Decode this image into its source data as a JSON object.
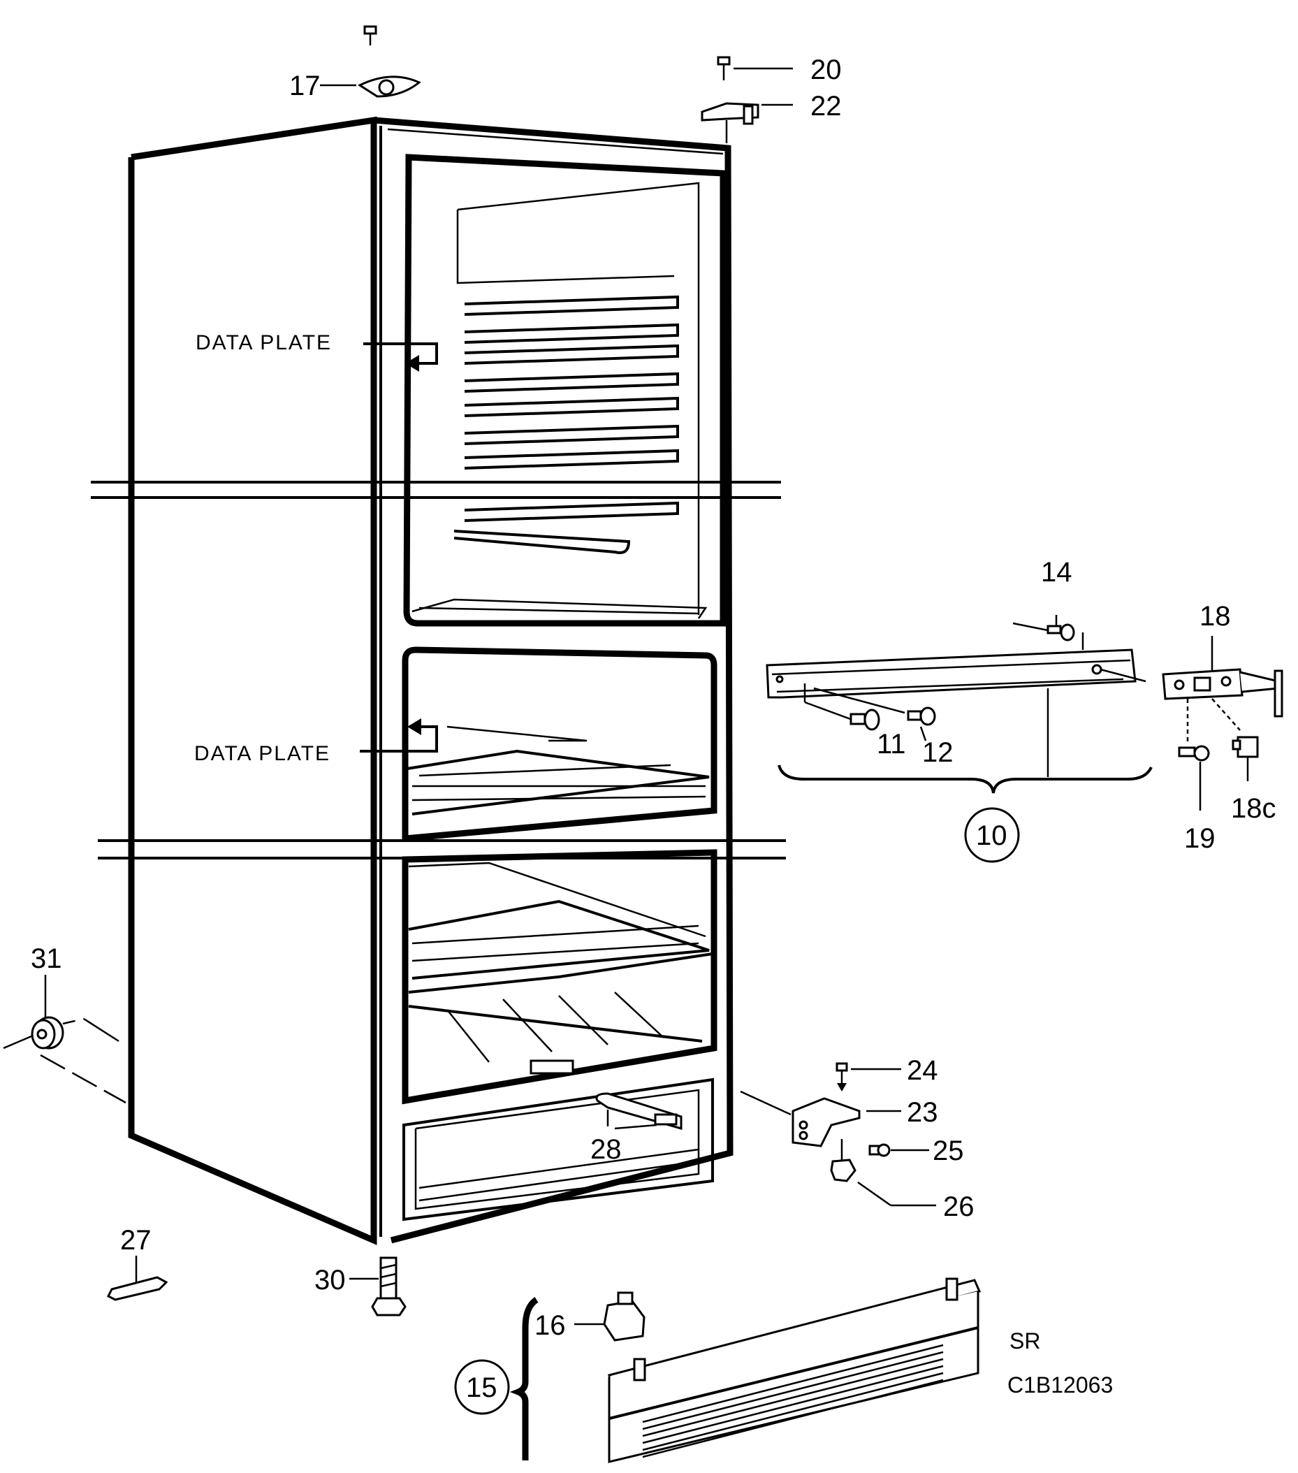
{
  "labels": {
    "data_plate_upper": "DATA PLATE",
    "data_plate_lower": "DATA PLATE",
    "p17": "17",
    "p20": "20",
    "p22": "22",
    "p14": "14",
    "p18": "18",
    "p11": "11",
    "p12": "12",
    "p10": "10",
    "p18c": "18c",
    "p19": "19",
    "p31": "31",
    "p24": "24",
    "p23": "23",
    "p25": "25",
    "p26": "26",
    "p28": "28",
    "p27": "27",
    "p30": "30",
    "p16": "16",
    "p15": "15",
    "sr": "SR",
    "code": "C1B12063"
  }
}
